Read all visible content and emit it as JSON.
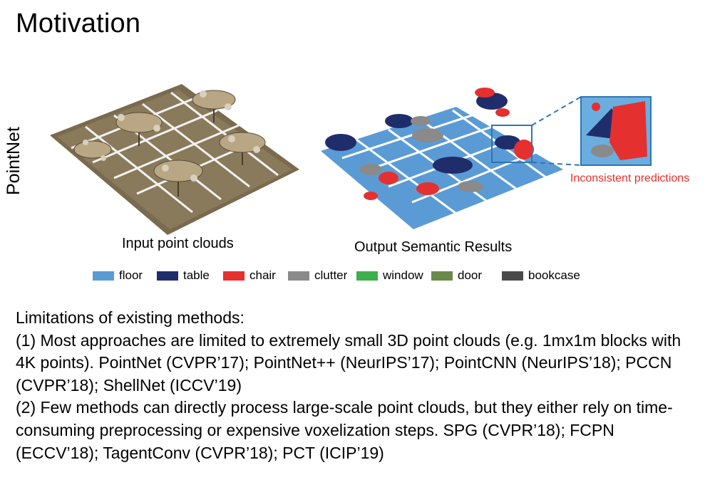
{
  "slide": {
    "title": "Motivation",
    "side_label": "PointNet"
  },
  "figure": {
    "input_caption": "Input point clouds",
    "output_caption": "Output Semantic Results",
    "annotation": "Inconsistent predictions",
    "legend": [
      {
        "label": "floor",
        "color": "#5b9bd5"
      },
      {
        "label": "table",
        "color": "#1f2d6b"
      },
      {
        "label": "chair",
        "color": "#e53030"
      },
      {
        "label": "clutter",
        "color": "#8a8a8a"
      },
      {
        "label": "window",
        "color": "#3cb04a"
      },
      {
        "label": "door",
        "color": "#6b8a4a"
      },
      {
        "label": "bookcase",
        "color": "#4a4a4a"
      }
    ]
  },
  "text": {
    "heading": "Limitations of existing methods:",
    "point1": "(1) Most approaches are limited to extremely small 3D point clouds (e.g. 1mx1m blocks with 4K points). PointNet (CVPR’17); PointNet++ (NeurIPS’17); PointCNN (NeurIPS’18); PCCN (CVPR’18); ShellNet (ICCV’19)",
    "point2": "(2) Few methods can directly process large-scale point clouds, but they either rely on time-consuming preprocessing or expensive voxelization steps. SPG (CVPR’18); FCPN (ECCV’18); TagentConv (CVPR’18); PCT (ICIP’19)"
  }
}
